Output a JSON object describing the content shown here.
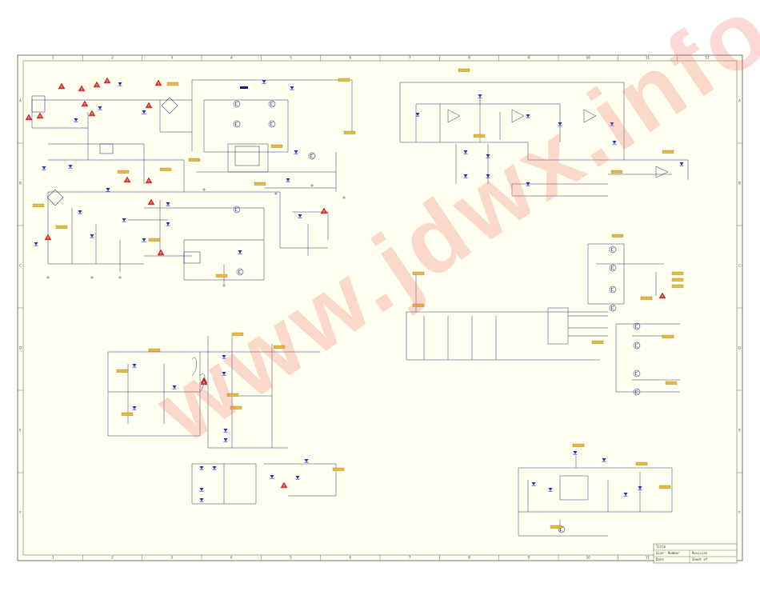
{
  "sheet": {
    "title": "Schematic sheet",
    "watermark": "www.jdwx.info",
    "colors": {
      "paper": "#fffff0",
      "wire": "#1a1a6a",
      "diode": "#1b2fd0",
      "warn": "#e23030",
      "net_tag": "#e8b840",
      "frame": "#555555",
      "watermark": "#f07864"
    },
    "border_columns": [
      "1",
      "2",
      "3",
      "4",
      "5",
      "6",
      "7",
      "8",
      "9",
      "10",
      "11",
      "12"
    ],
    "border_rows": [
      "A",
      "B",
      "C",
      "D",
      "E",
      "F"
    ],
    "title_block": {
      "r1": "Title",
      "r2": "Size",
      "r3": "Date",
      "r4": "Number",
      "r5": "Revision",
      "r6": "Sheet of"
    }
  },
  "icons": {
    "warning": "warning-triangle-icon",
    "diode": "diode-icon",
    "ground": "ground-icon"
  }
}
